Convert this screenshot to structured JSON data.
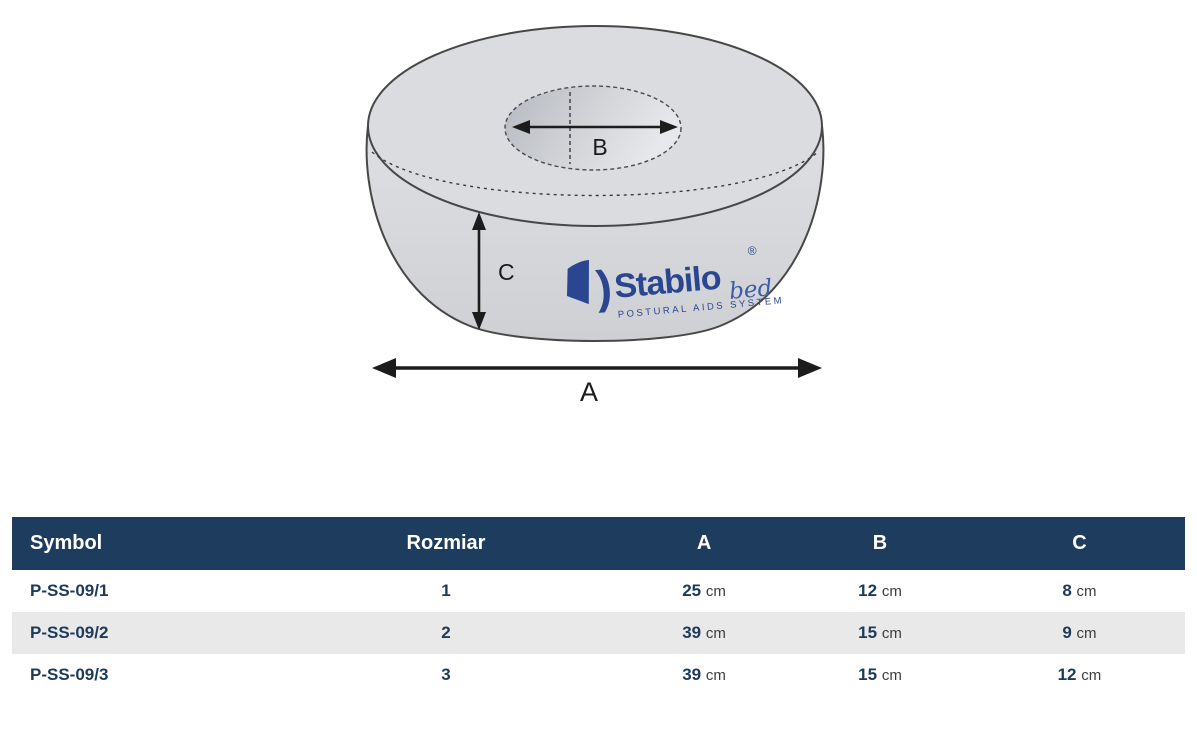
{
  "diagram": {
    "labels": {
      "a": "A",
      "b": "B",
      "c": "C"
    },
    "logo": {
      "bracket": ")",
      "brand": "Stabilo",
      "registered": "®",
      "script": "bed",
      "tagline": "POSTURAL AIDS SYSTEM",
      "color": "#2a4690"
    }
  },
  "table": {
    "headers": {
      "symbol": "Symbol",
      "rozmiar": "Rozmiar",
      "a": "A",
      "b": "B",
      "c": "C"
    },
    "unit": "cm",
    "rows": [
      {
        "symbol": "P-SS-09/1",
        "rozmiar": "1",
        "a": "25",
        "b": "12",
        "c": "8"
      },
      {
        "symbol": "P-SS-09/2",
        "rozmiar": "2",
        "a": "39",
        "b": "15",
        "c": "9"
      },
      {
        "symbol": "P-SS-09/3",
        "rozmiar": "3",
        "a": "39",
        "b": "15",
        "c": "12"
      }
    ],
    "colors": {
      "header_bg": "#1e3c5e",
      "header_text": "#ffffff",
      "row_alt_bg": "#e9e9e9",
      "cell_text": "#1d3a5a"
    }
  }
}
